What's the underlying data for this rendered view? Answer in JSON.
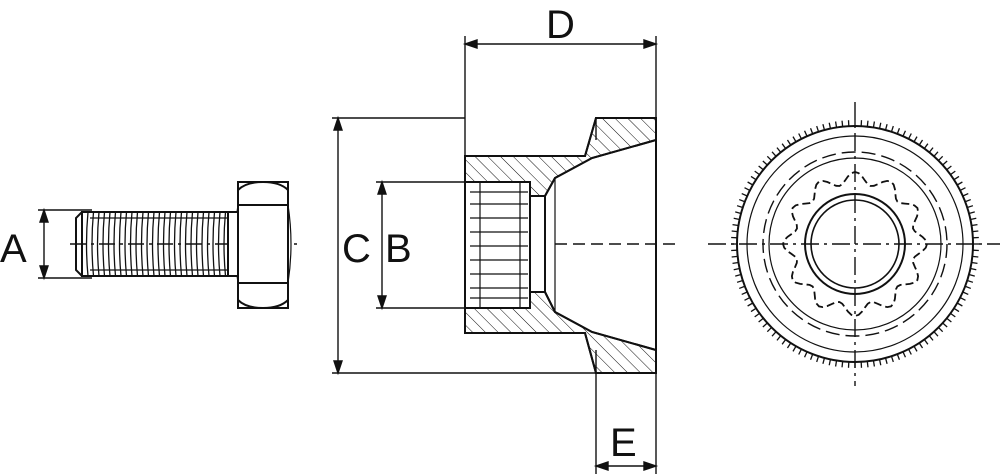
{
  "labels": {
    "a": "A",
    "b": "B",
    "c": "C",
    "d": "D",
    "e": "E"
  },
  "colors": {
    "line": "#111111",
    "background": "#ffffff",
    "thread": "#1a1a1a"
  }
}
